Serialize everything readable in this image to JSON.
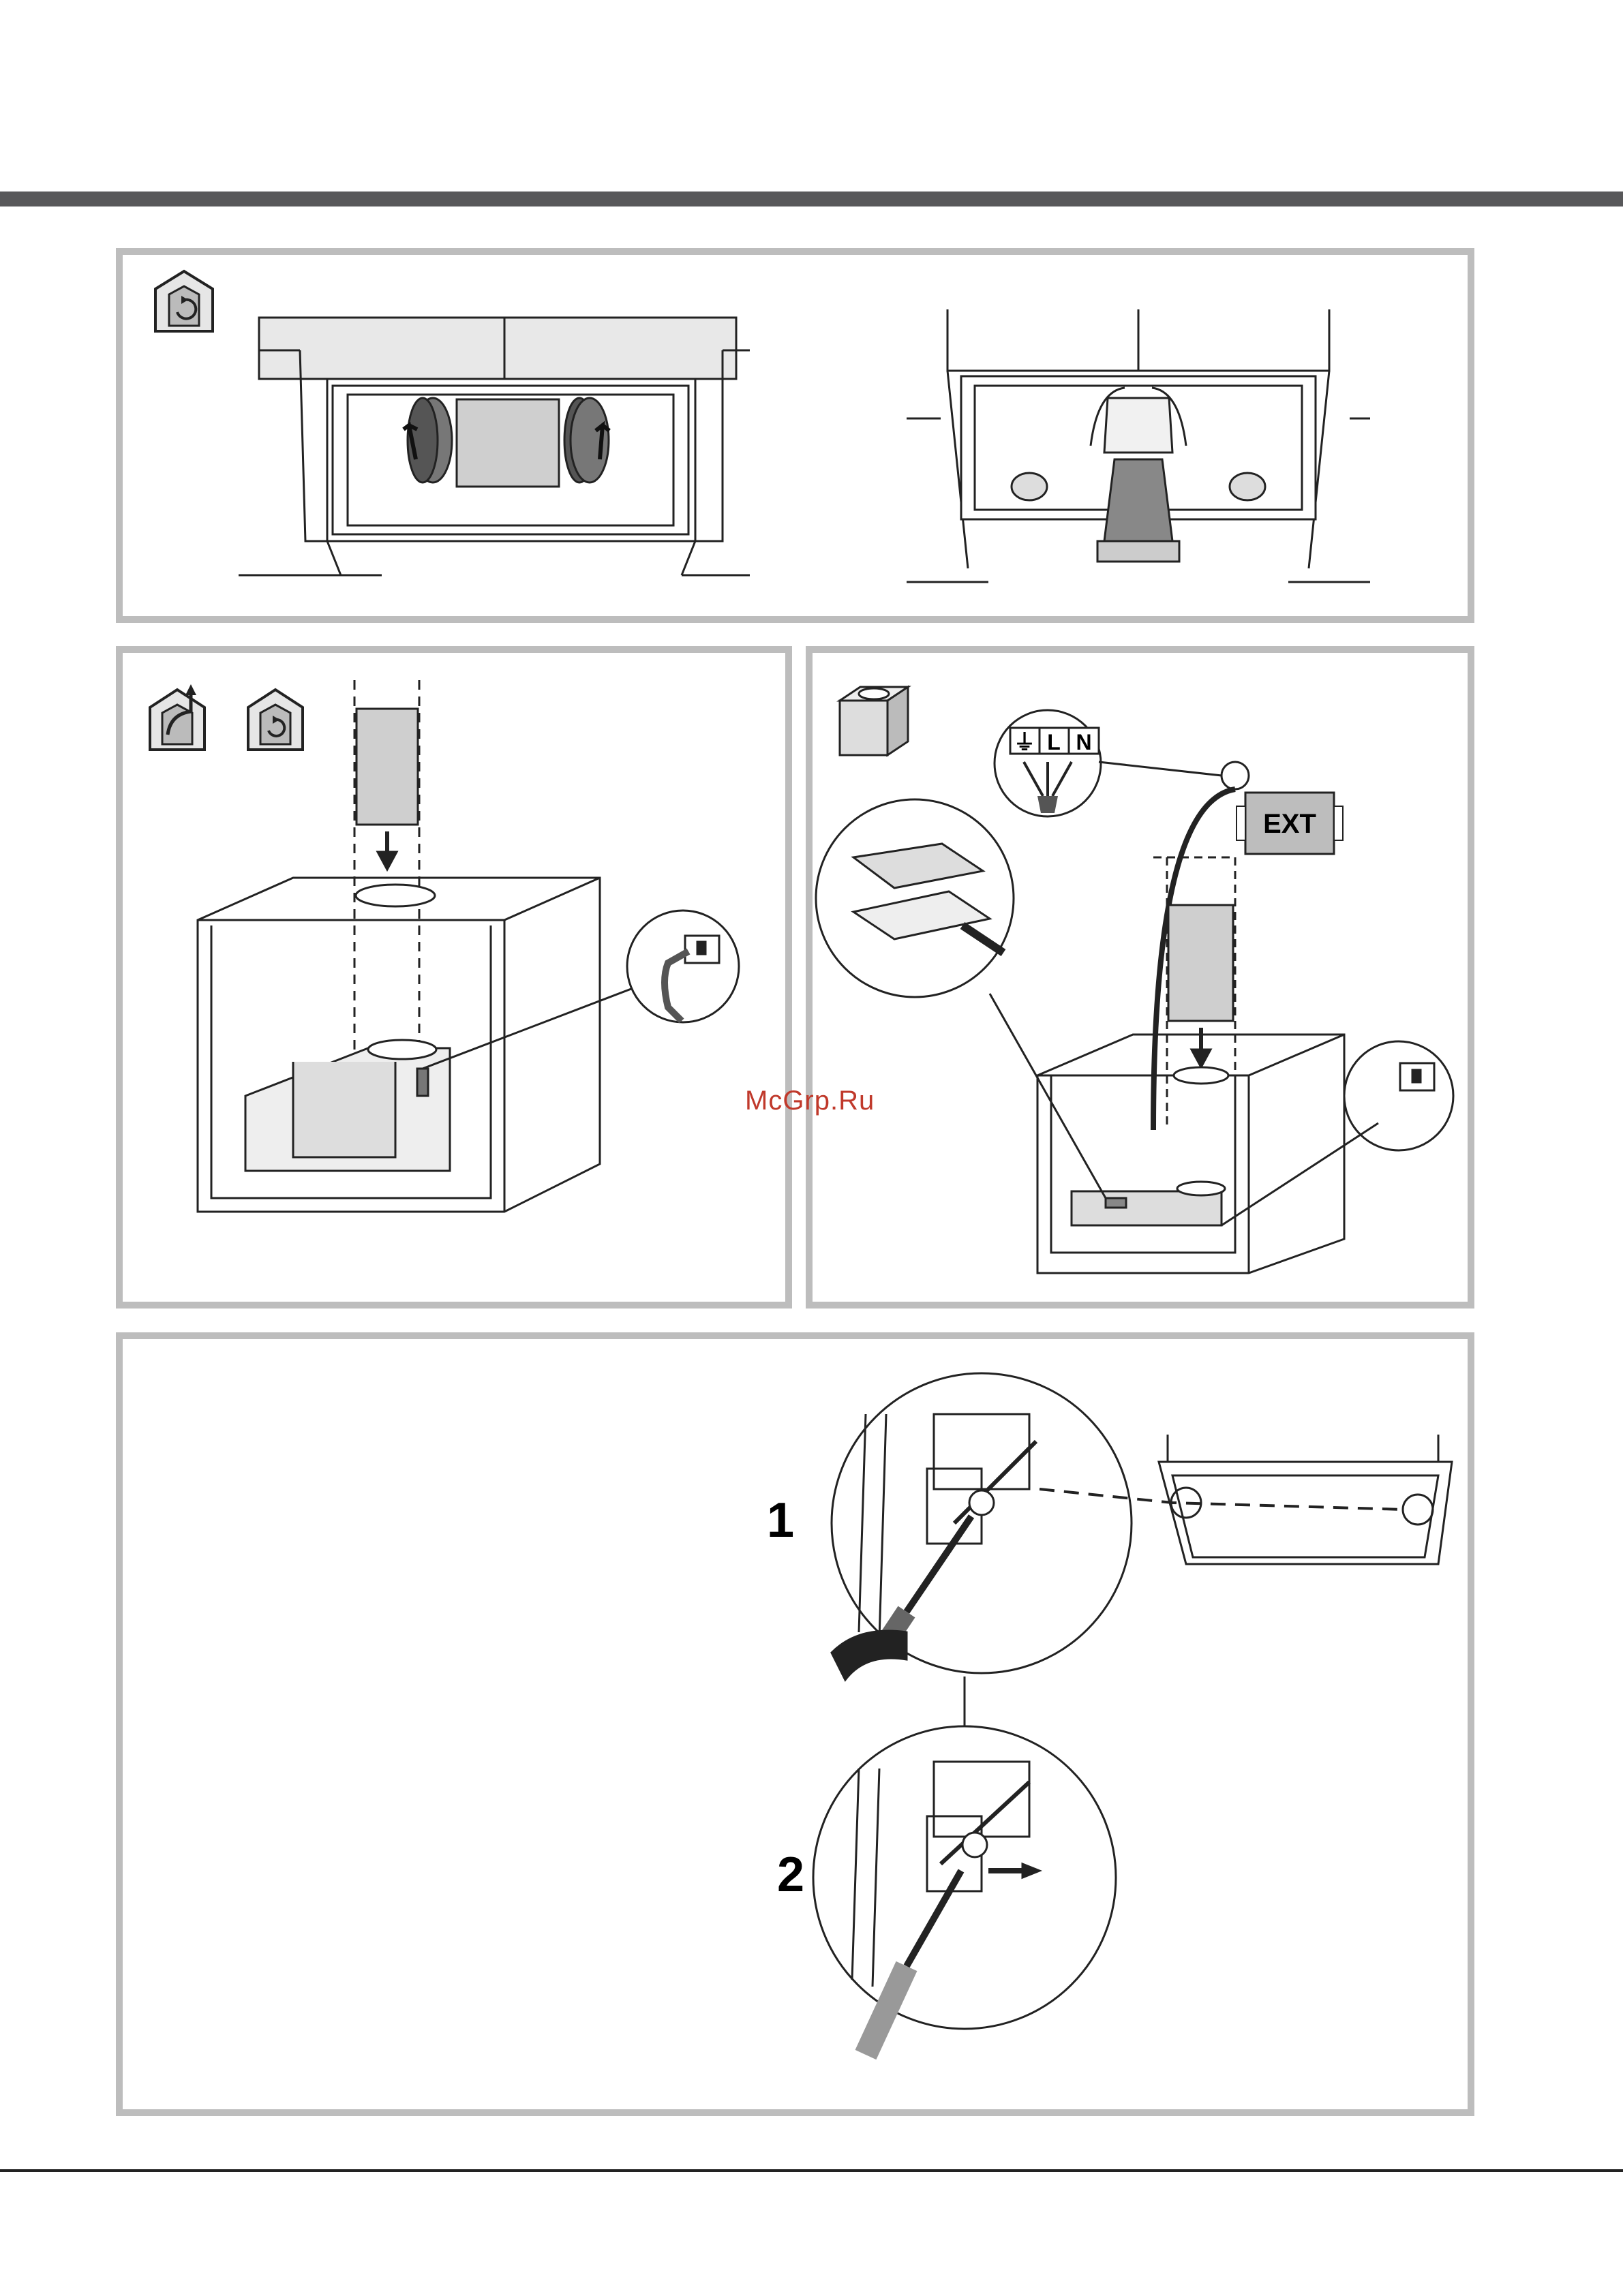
{
  "watermark": "McGrp.Ru",
  "wiring_labels": {
    "earth": "⏚",
    "live": "L",
    "neutral": "N"
  },
  "ext_label": "EXT",
  "steps": [
    "1",
    "2"
  ],
  "icons": {
    "recirculation": "house-recirculation-icon",
    "extraction": "house-extraction-icon",
    "duct_block": "duct-block-icon"
  },
  "colors": {
    "frame": "#bdbdbd",
    "topbar": "#58585a",
    "line": "#222222",
    "grey": "#8a8a8a"
  }
}
